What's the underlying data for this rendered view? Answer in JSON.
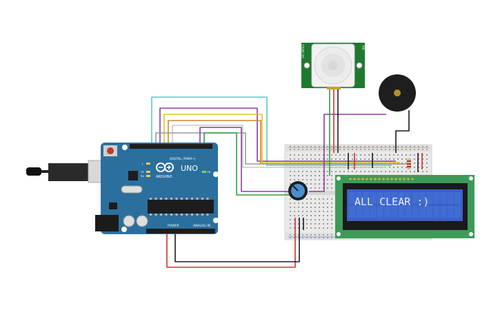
{
  "arduino": {
    "brand": "ARDUINO",
    "model": "UNO",
    "header_digital": "DIGITAL (PWM~)",
    "header_power": "POWER",
    "header_analog": "ANALOG IN",
    "led_on": "ON",
    "led_l": "L",
    "led_tx": "TX",
    "led_rx": "RX"
  },
  "lcd": {
    "text": "ALL CLEAR :)"
  },
  "pir": {
    "left_label": "HC-SR501",
    "right_label": "PIR"
  },
  "colors": {
    "wire_cyan": "#5ac7c7",
    "wire_purple": "#8e3aa0",
    "wire_yellow": "#e0c21e",
    "wire_orange": "#d9822b",
    "wire_gray": "#9a9a9a",
    "wire_green": "#2ea03a",
    "wire_red": "#d0302c",
    "wire_black": "#1a1a1a",
    "board_blue": "#2b6f9e",
    "lcd_green": "#3d9a58",
    "lcd_screen": "#3a62c8",
    "pir_green": "#1e7a2e"
  }
}
